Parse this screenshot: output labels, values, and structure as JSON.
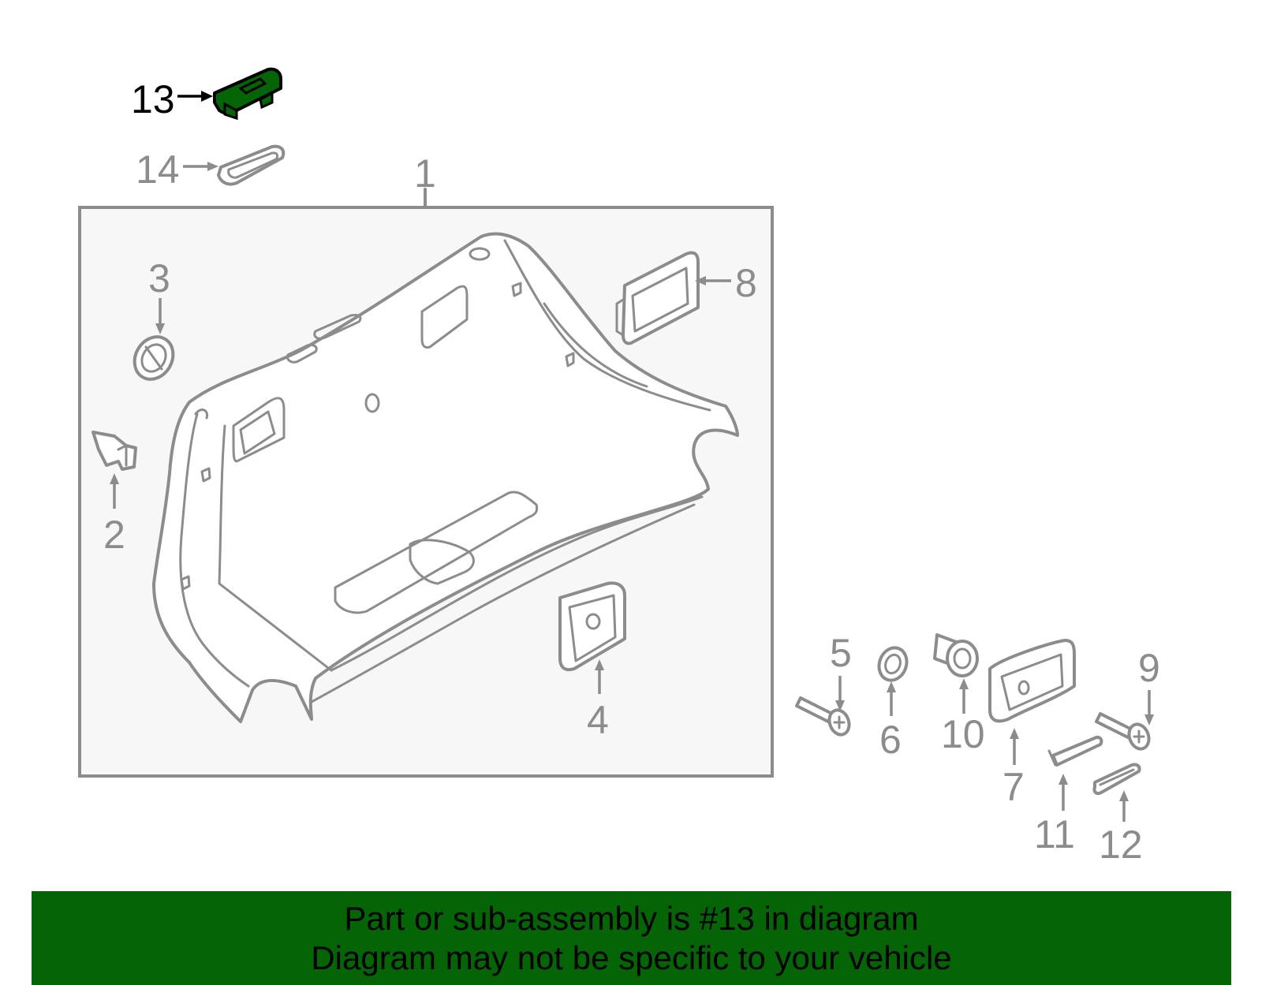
{
  "diagram": {
    "callouts": {
      "c1": "1",
      "c2": "2",
      "c3": "3",
      "c4": "4",
      "c5": "5",
      "c6": "6",
      "c7": "7",
      "c8": "8",
      "c9": "9",
      "c10": "10",
      "c11": "11",
      "c12": "12",
      "c13": "13",
      "c14": "14"
    },
    "highlighted_part": "13",
    "colors": {
      "highlight": "#056405",
      "line": "#8c8c8c",
      "panel_fill": "#f7f7f7"
    }
  },
  "banner": {
    "line1": "Part or sub-assembly is #13 in diagram",
    "line2": "Diagram may not be specific to your vehicle",
    "background": "#056405"
  }
}
